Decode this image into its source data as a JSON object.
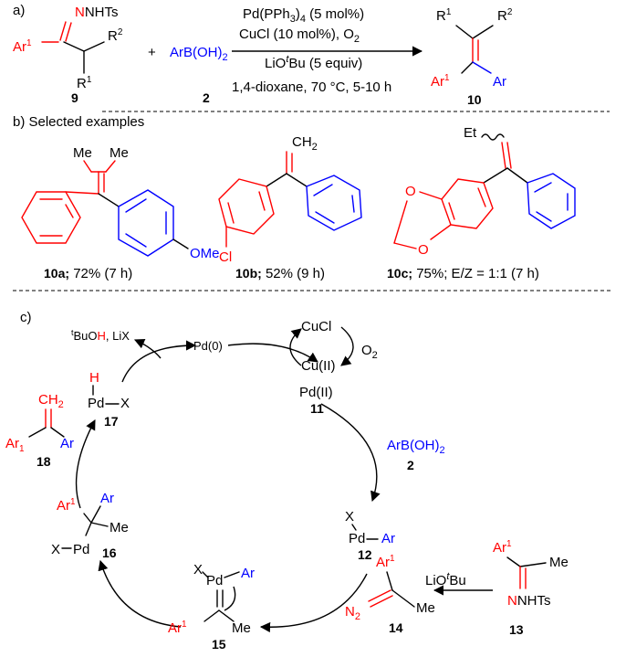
{
  "section_labels": {
    "a": "a)",
    "b": "b) Selected examples",
    "c": "c)"
  },
  "reaction_a": {
    "reagent_line1": "Pd(PPh3)4 (5 mol%)",
    "reagent_line2": "CuCl (10 mol%), O2",
    "reagent_line3": "LiOtBu (5 equiv)",
    "condition_line": "1,4-dioxane, 70 °C, 5-10 h",
    "substrate_group": "NNHTs",
    "plus": "+",
    "boronic_acid": "ArB(OH)2",
    "compound_labels": [
      "9",
      "2",
      "10"
    ]
  },
  "examples": [
    {
      "label": "10a;",
      "yield_text": "72% (7 h)",
      "substituent": "OMe",
      "top_groups": [
        "Me",
        "Me"
      ]
    },
    {
      "label": "10b;",
      "yield_text": "52% (9 h)",
      "substituent": "Cl",
      "top_groups": [
        "CH2"
      ]
    },
    {
      "label": "10c;",
      "yield_text": "75%; E/Z = 1:1 (7 h)",
      "substituent": "",
      "top_groups": [
        "Et"
      ]
    }
  ],
  "cycle": {
    "species": {
      "pd0": "Pd(0)",
      "pd2": "Pd(II)",
      "cucl": "CuCl",
      "cu2": "Cu(II)",
      "o2": "O2",
      "byproducts": "tBuOH, LiX",
      "boronic": "ArB(OH)2",
      "base": "LiOtBu",
      "ts": "NNHTs",
      "n2": "N2"
    },
    "labels": [
      "11",
      "2",
      "12",
      "13",
      "14",
      "15",
      "16",
      "17",
      "18"
    ]
  },
  "colors": {
    "substrate": "#ff0000",
    "aryl": "#0000ff",
    "default": "#000000"
  }
}
